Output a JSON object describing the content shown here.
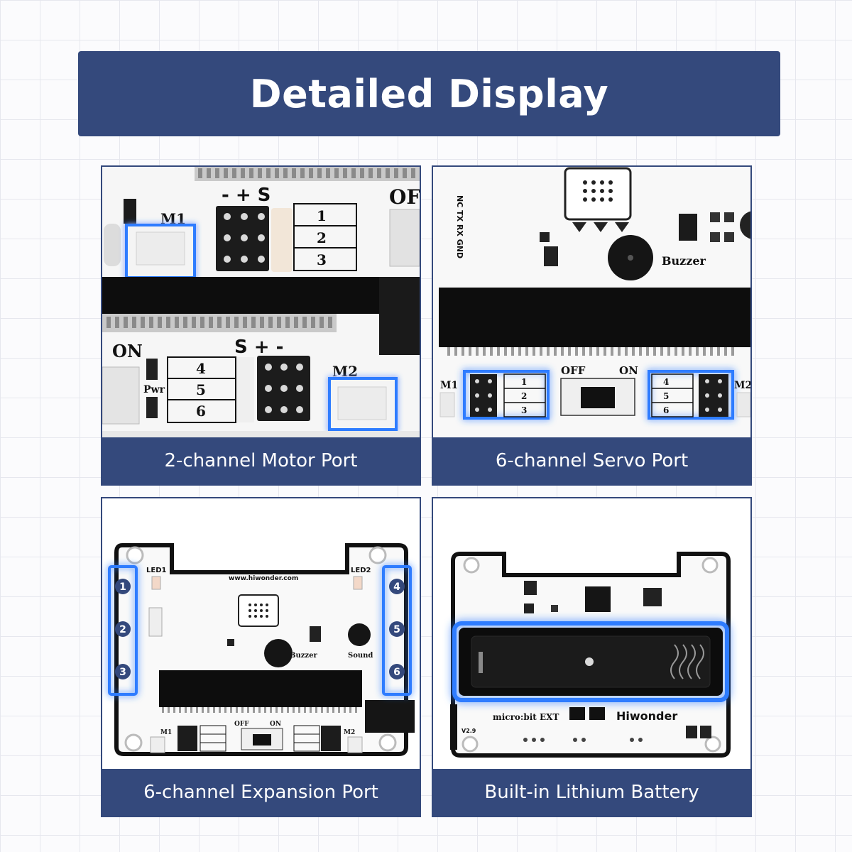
{
  "header": {
    "title": "Detailed Display"
  },
  "cards": [
    {
      "caption": "2-channel Motor Port",
      "labels": {
        "m1": "M1",
        "m2": "M2",
        "polarity_top": "- + S",
        "polarity_bottom": "S + -",
        "on": "ON",
        "off": "OF",
        "pwr": "Pwr",
        "ch": [
          "1",
          "2",
          "3",
          "4",
          "5",
          "6"
        ]
      }
    },
    {
      "caption": "6-channel Servo Port",
      "labels": {
        "buzzer": "Buzzer",
        "m1": "M1",
        "m2": "M2",
        "off": "OFF",
        "on": "ON",
        "uart": "NC TX RX GND",
        "ch": [
          "1",
          "2",
          "3",
          "4",
          "5",
          "6"
        ]
      }
    },
    {
      "caption": "6-channel Expansion Port",
      "labels": {
        "led1": "LED1",
        "led2": "LED2",
        "url": "www.hiwonder.com",
        "buzzer": "Buzzer",
        "sound": "Sound",
        "m1": "M1",
        "m2": "M2",
        "off": "OFF",
        "on": "ON",
        "ports": [
          "1",
          "2",
          "3",
          "4",
          "5",
          "6"
        ]
      }
    },
    {
      "caption": "Built-in Lithium Battery",
      "labels": {
        "brand": "Hiwonder",
        "mb": "micro:bit EXT",
        "ver": "V2.9"
      }
    }
  ],
  "colors": {
    "banner": "#34497c",
    "highlight": "#2f7bff"
  }
}
